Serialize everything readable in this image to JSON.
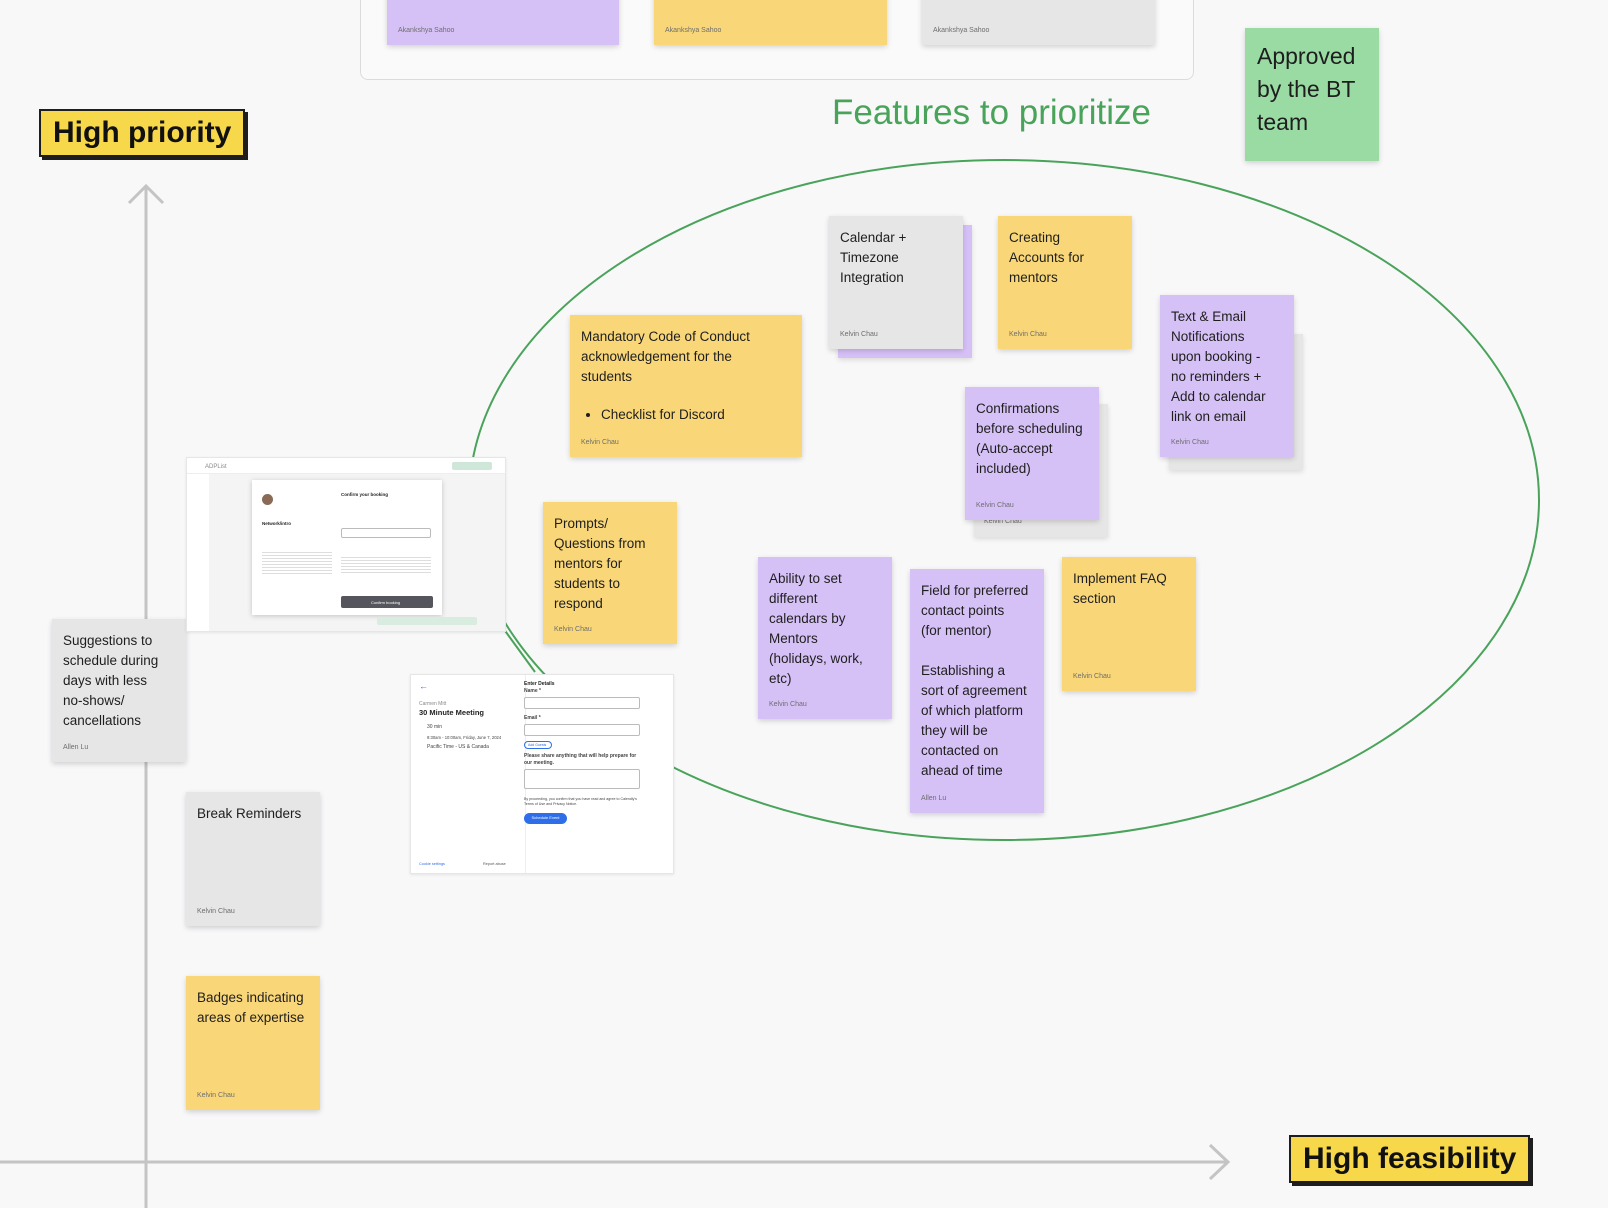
{
  "axes": {
    "y_label": "High priority",
    "x_label": "High feasibility"
  },
  "section_title": "Features to prioritize",
  "approved_note": "Approved\nby the BT\nteam",
  "top_notes": [
    {
      "author": "Akankshya Sahoo",
      "color": "purple"
    },
    {
      "author": "Akankshya Sahoo",
      "color": "yellow"
    },
    {
      "author": "Akankshya Sahoo",
      "color": "gray"
    }
  ],
  "notes": {
    "calendar": {
      "text": "Calendar +\nTimezone\nIntegration",
      "author": "Kelvin Chau"
    },
    "accounts": {
      "text": "Creating\nAccounts for\nmentors",
      "author": "Kelvin Chau"
    },
    "notifications": {
      "text": "Text & Email\nNotifications\nupon booking -\nno reminders +\nAdd to calendar\nlink on email",
      "author": "Kelvin Chau"
    },
    "code_of_conduct": {
      "text": "Mandatory Code of Conduct\nacknowledgement for the\nstudents",
      "bullet": "Checklist for Discord",
      "author": "Kelvin Chau"
    },
    "confirmations": {
      "text": "Confirmations\nbefore scheduling\n(Auto-accept\nincluded)",
      "author": "Kelvin Chau",
      "behind_author": "Kelvin Chau"
    },
    "prompts": {
      "text": "Prompts/\nQuestions from\nmentors for\nstudents to\nrespond",
      "author": "Kelvin Chau"
    },
    "calendars": {
      "text": "Ability to set\ndifferent\ncalendars  by\nMentors\n(holidays, work,\netc)",
      "author": "Kelvin Chau"
    },
    "contact_points": {
      "text": "Field for preferred\ncontact points\n(for mentor)\n\nEstablishing a\nsort of agreement\nof which platform\nthey will be\ncontacted on\nahead of time",
      "author": "Allen Lu"
    },
    "faq": {
      "text": "Implement FAQ\nsection",
      "author": "Kelvin Chau"
    },
    "suggestions": {
      "text": "Suggestions to\nschedule during\ndays with less\nno-shows/\ncancellations",
      "author": "Allen Lu"
    },
    "break_reminders": {
      "text": "Break Reminders",
      "author": "Kelvin Chau"
    },
    "badges": {
      "text": "Badges indicating\nareas of expertise",
      "author": "Kelvin Chau"
    }
  },
  "screenshot_booking": {
    "brand": "ADPList",
    "title": "Confirm your booking",
    "section": "Network/intro",
    "button": "Confirm booking"
  },
  "screenshot_meeting": {
    "host": "Carmen Mitt",
    "title": "30 Minute Meeting",
    "duration": "30 min",
    "time": "9:30am - 10:00am, Friday, June 7, 2024",
    "timezone": "Pacific Time - US & Canada",
    "form_title": "Enter Details",
    "name_label": "Name *",
    "email_label": "Email *",
    "add_guests": "Add Guests",
    "prep_label": "Please share anything that will help prepare for our meeting.",
    "terms": "By proceeding, you confirm that you have read and agree to Calendly's Terms of Use and Privacy Notice.",
    "button": "Schedule Event",
    "cookie": "Cookie settings",
    "report": "Report abuse"
  },
  "colors": {
    "yellow": "#f9d779",
    "purple": "#d6c1f7",
    "gray": "#e6e6e6",
    "green": "#9adba4",
    "ellipse": "#4aa35a",
    "axis": "#c4c4c4"
  }
}
